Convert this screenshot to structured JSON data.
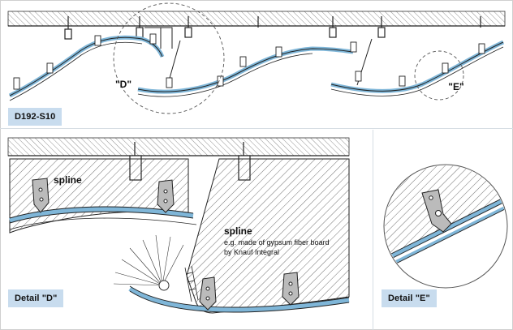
{
  "labels": {
    "top_section": "D192-S10",
    "detail_d": "Detail \"D\"",
    "detail_e": "Detail \"E\""
  },
  "callouts": {
    "d": "\"D\"",
    "e": "\"E\""
  },
  "annotations": {
    "spline_left": "spline",
    "spline_right": "spline",
    "spline_note_1": "e.g. made of gypsum fiber board",
    "spline_note_2": "by Knauf Integral"
  },
  "colors": {
    "board_blue": "#7fb6d8",
    "label_bg": "#c8dcee",
    "line": "#222222"
  }
}
